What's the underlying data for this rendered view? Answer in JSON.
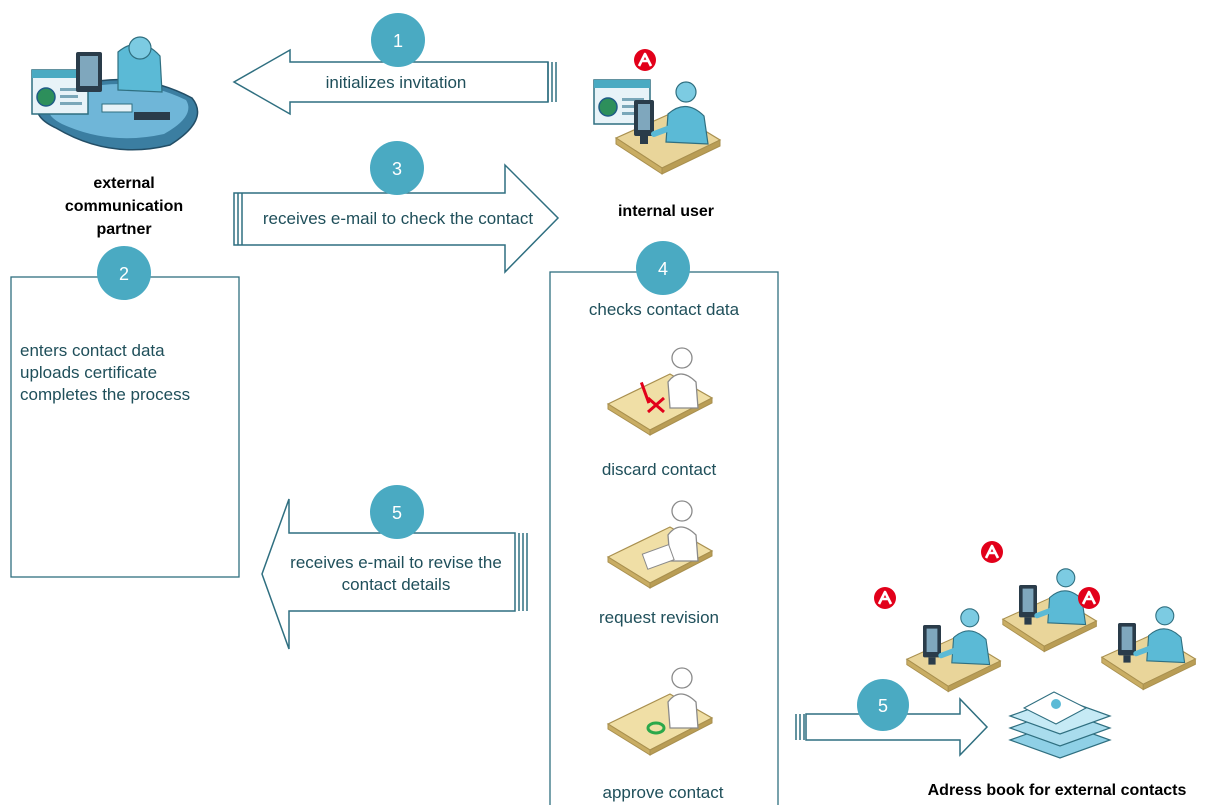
{
  "actors": {
    "external": [
      "external",
      "communication",
      "partner"
    ],
    "internal": "internal user",
    "address_book": "Adress book for external contacts"
  },
  "steps": {
    "s1": {
      "number": "1",
      "label": "initializes invitation"
    },
    "s2": {
      "number": "2",
      "lines": [
        "enters contact data",
        "uploads certificate",
        "completes the process"
      ]
    },
    "s3": {
      "number": "3",
      "label": "receives e-mail to check the contact"
    },
    "s4": {
      "number": "4",
      "label": "checks contact data",
      "options": [
        "discard contact",
        "request revision",
        "approve contact"
      ]
    },
    "s5_revise": {
      "number": "5",
      "lines": [
        "receives e-mail to revise the",
        "contact details"
      ]
    },
    "s5_book": {
      "number": "5"
    }
  },
  "colors": {
    "accent": "#4aaac2",
    "line": "#2f6f80",
    "text": "#1f4f5a",
    "brand_red": "#e2001a",
    "desk": "#e9d59a",
    "screen": "#2a3c4a",
    "person": "#5bbad6"
  },
  "icons": [
    "external-partner-icon",
    "internal-user-icon",
    "brand-logo-icon",
    "discard-contact-icon",
    "request-revision-icon",
    "approve-contact-icon",
    "address-book-icon"
  ]
}
